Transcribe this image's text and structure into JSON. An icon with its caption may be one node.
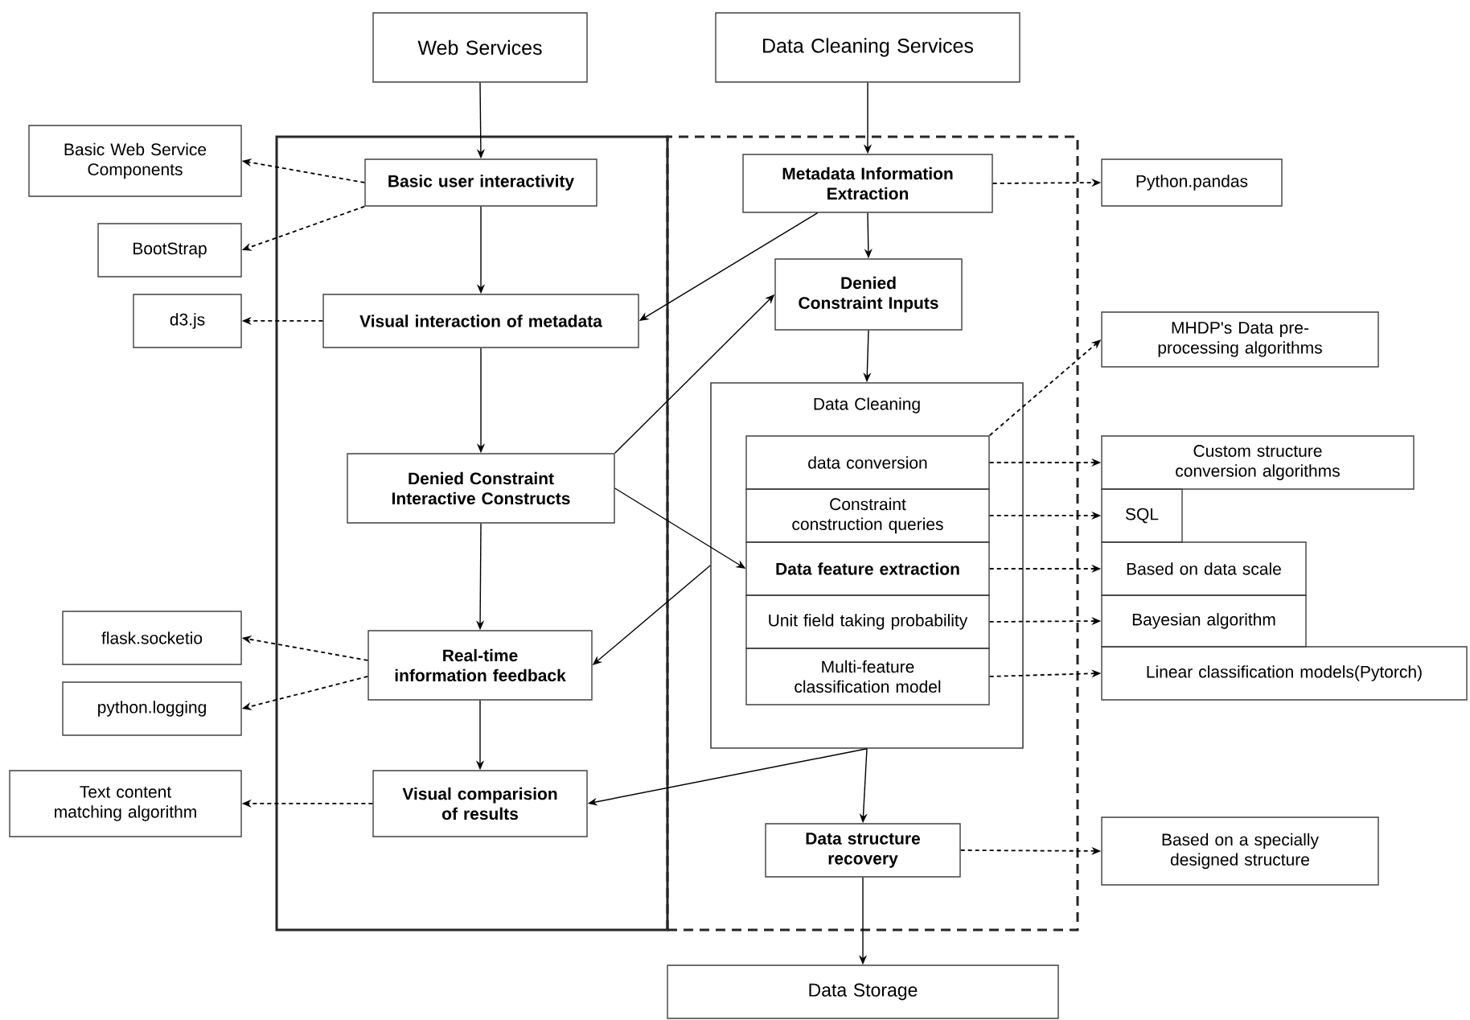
{
  "diagram": {
    "nodes": [
      {
        "text": [
          "Web Services"
        ]
      },
      {
        "text": [
          "Data Cleaning Services"
        ]
      },
      {
        "text": [],
        "shape": "box"
      },
      {
        "text": [],
        "shape": "box"
      },
      {
        "text": [
          "Basic Web Service Components"
        ]
      },
      {
        "text": [
          "Basic user interactivity"
        ],
        "in": 2
      },
      {
        "text": [
          "BootStrap"
        ]
      },
      {
        "text": [
          "d3.js"
        ]
      },
      {
        "text": [
          "Visual interaction of metadata"
        ],
        "in": 2
      },
      {
        "text": [
          "Denied Constraint Interactive Constructs"
        ],
        "in": 2
      },
      {
        "text": [
          "Real-time information feedback"
        ],
        "in": 2
      },
      {
        "text": [
          "flask.socketio"
        ]
      },
      {
        "text": [
          "python.logging"
        ]
      },
      {
        "text": [
          "Text content matching algorithm"
        ]
      },
      {
        "text": [
          "Visual comparision of results"
        ],
        "in": 2
      },
      {
        "text": [
          "Metadata Information Extraction"
        ],
        "in": 3
      },
      {
        "text": [
          "Python.pandas"
        ]
      },
      {
        "text": [
          "Denied Constraint Inputs"
        ],
        "in": 3
      },
      {
        "text": [
          "MHDP's Data pre-processing algorithms"
        ]
      },
      {
        "text": [
          "Data Cleaning"
        ],
        "in": 3
      },
      {
        "text": [
          "data conversion"
        ],
        "in": 19
      },
      {
        "text": [
          "Constraint construction queries"
        ],
        "in": 19
      },
      {
        "text": [
          "Data feature extraction"
        ],
        "in": 19
      },
      {
        "text": [
          "Unit field taking probability"
        ],
        "in": 19
      },
      {
        "text": [
          "Multi-feature classification model"
        ],
        "in": 19
      },
      {
        "text": [
          "Custom structure conversion algorithms"
        ]
      },
      {
        "text": [
          "SQL"
        ]
      },
      {
        "text": [
          "Based on data scale"
        ]
      },
      {
        "text": [
          "Bayesian algorithm"
        ]
      },
      {
        "text": [
          "Linear classification models(Pytorch)"
        ]
      },
      {
        "text": [
          "Data structure recovery"
        ],
        "in": 3
      },
      {
        "text": [
          "Based on a specially designed structure"
        ]
      },
      {
        "text": [
          "Data Storage"
        ]
      }
    ],
    "edges": [
      {
        "from": 0,
        "to": 5,
        "arrow": "to"
      },
      {
        "from": 5,
        "to": 4,
        "arrow": "to",
        "style": "dashed"
      },
      {
        "from": 5,
        "to": 6,
        "arrow": "to",
        "style": "dashed"
      },
      {
        "from": 5,
        "to": 8,
        "arrow": "to"
      },
      {
        "from": 8,
        "to": 7,
        "arrow": "to",
        "style": "dashed"
      },
      {
        "from": 8,
        "to": 9,
        "arrow": "to"
      },
      {
        "from": 9,
        "to": 10,
        "arrow": "to"
      },
      {
        "from": 10,
        "to": 14,
        "arrow": "to"
      },
      {
        "from": 10,
        "to": 11,
        "arrow": "to",
        "style": "dashed"
      },
      {
        "from": 10,
        "to": 12,
        "arrow": "to",
        "style": "dashed"
      },
      {
        "from": 14,
        "to": 13,
        "arrow": "to",
        "style": "dashed"
      },
      {
        "from": 1,
        "to": 15,
        "arrow": "to"
      },
      {
        "from": 15,
        "to": 16,
        "arrow": "to",
        "style": "dashed"
      },
      {
        "from": 15,
        "to": 8,
        "arrow": "to"
      },
      {
        "from": 15,
        "to": 17,
        "arrow": "to"
      },
      {
        "from": 9,
        "to": 17,
        "arrow": "to"
      },
      {
        "from": 17,
        "to": 19,
        "arrow": "to"
      },
      {
        "from": 9,
        "to": 22,
        "arrow": "to"
      },
      {
        "from": 19,
        "to": 10,
        "arrow": "to"
      },
      {
        "from": 19,
        "to": 14,
        "arrow": "to"
      },
      {
        "from": 19,
        "to": 30,
        "arrow": "to"
      },
      {
        "from": 20,
        "to": 18,
        "arrow": "to",
        "style": "dashed"
      },
      {
        "from": 20,
        "to": 25,
        "arrow": "to",
        "style": "dashed"
      },
      {
        "from": 21,
        "to": 26,
        "arrow": "to",
        "style": "dashed"
      },
      {
        "from": 22,
        "to": 27,
        "arrow": "to",
        "style": "dashed"
      },
      {
        "from": 23,
        "to": 28,
        "arrow": "to",
        "style": "dashed"
      },
      {
        "from": 24,
        "to": 29,
        "arrow": "to",
        "style": "dashed"
      },
      {
        "from": 30,
        "to": 31,
        "arrow": "to",
        "style": "dashed"
      },
      {
        "from": 30,
        "to": 32,
        "arrow": "to"
      }
    ]
  }
}
